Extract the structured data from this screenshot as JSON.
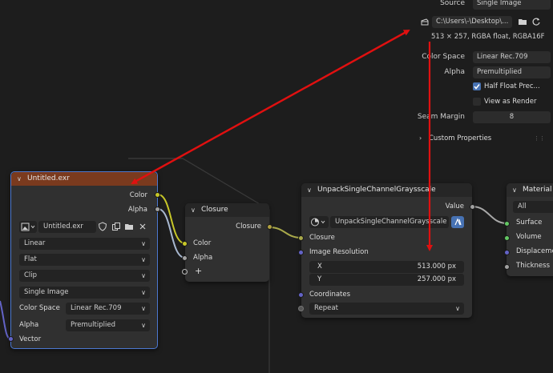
{
  "panel": {
    "source_label": "Source",
    "source_value": "Single Image",
    "filepath": "C:\\Users\\-\\Desktop\\...",
    "image_info": "513 × 257,  RGBA float, RGBA16F",
    "color_space_label": "Color Space",
    "color_space_value": "Linear Rec.709",
    "alpha_label": "Alpha",
    "alpha_value": "Premultiplied",
    "half_float_label": "Half Float Prec...",
    "half_float_checked": true,
    "view_as_render_label": "View as Render",
    "view_as_render_checked": false,
    "seam_margin_label": "Seam Margin",
    "seam_margin_value": "8",
    "custom_properties_label": "Custom Properties"
  },
  "image_node": {
    "title": "Untitled.exr",
    "out_color": "Color",
    "out_alpha": "Alpha",
    "image_name": "Untitled.exr",
    "interpolation": "Linear",
    "projection": "Flat",
    "extension": "Clip",
    "source": "Single Image",
    "color_space_label": "Color Space",
    "color_space_value": "Linear Rec.709",
    "alpha_label": "Alpha",
    "alpha_value": "Premultiplied",
    "in_vector": "Vector"
  },
  "closure_node": {
    "title": "Closure",
    "out_closure": "Closure",
    "in_color": "Color",
    "in_alpha": "Alpha",
    "add_label": "+"
  },
  "unpack_node": {
    "title": "UnpackSingleChannelGraysscale",
    "out_value": "Value",
    "group_name": "UnpackSingleChannelGraysscale",
    "in_closure": "Closure",
    "in_image_resolution": "Image Resolution",
    "x_label": "X",
    "x_value": "513.000 px",
    "y_label": "Y",
    "y_value": "257.000 px",
    "in_coordinates": "Coordinates",
    "coord_mode": "Repeat"
  },
  "material_node": {
    "title": "Material",
    "target": "All",
    "in_surface": "Surface",
    "in_volume": "Volume",
    "in_displacement": "Displaceme",
    "in_thickness": "Thickness"
  },
  "colors": {
    "image_header": "#7a3a1e",
    "selected_outline": "#4c78d0",
    "socket_color": "#c7c729",
    "socket_float": "#a1a1a1",
    "socket_vector": "#6363c7",
    "socket_closure": "#63c763",
    "annotation_red": "#e01010"
  }
}
